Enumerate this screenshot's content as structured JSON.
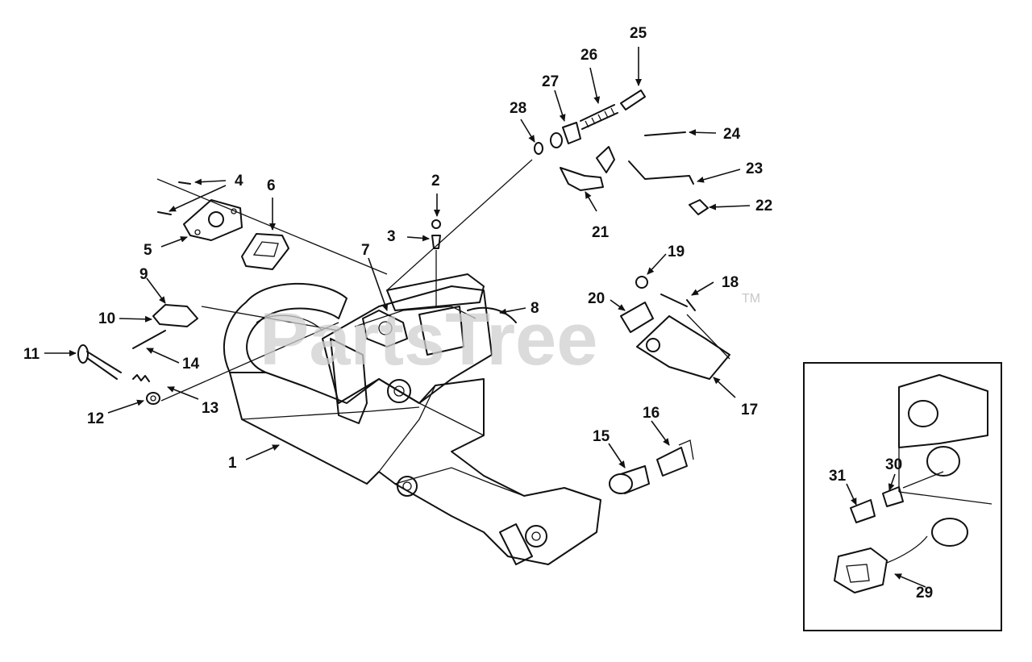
{
  "watermark": {
    "text": "PartsTree",
    "trademark": "TM"
  },
  "callouts": [
    {
      "id": "c1",
      "text": "1"
    },
    {
      "id": "c2",
      "text": "2"
    },
    {
      "id": "c3",
      "text": "3"
    },
    {
      "id": "c4",
      "text": "4"
    },
    {
      "id": "c5",
      "text": "5"
    },
    {
      "id": "c6",
      "text": "6"
    },
    {
      "id": "c7",
      "text": "7"
    },
    {
      "id": "c8",
      "text": "8"
    },
    {
      "id": "c9",
      "text": "9"
    },
    {
      "id": "c10",
      "text": "10"
    },
    {
      "id": "c11",
      "text": "11"
    },
    {
      "id": "c12",
      "text": "12"
    },
    {
      "id": "c13",
      "text": "13"
    },
    {
      "id": "c14",
      "text": "14"
    },
    {
      "id": "c15",
      "text": "15"
    },
    {
      "id": "c16",
      "text": "16"
    },
    {
      "id": "c17",
      "text": "17"
    },
    {
      "id": "c18",
      "text": "18"
    },
    {
      "id": "c19",
      "text": "19"
    },
    {
      "id": "c20",
      "text": "20"
    },
    {
      "id": "c21",
      "text": "21"
    },
    {
      "id": "c22",
      "text": "22"
    },
    {
      "id": "c23",
      "text": "23"
    },
    {
      "id": "c24",
      "text": "24"
    },
    {
      "id": "c25",
      "text": "25"
    },
    {
      "id": "c26",
      "text": "26"
    },
    {
      "id": "c27",
      "text": "27"
    },
    {
      "id": "c28",
      "text": "28"
    },
    {
      "id": "c29",
      "text": "29"
    },
    {
      "id": "c30",
      "text": "30"
    },
    {
      "id": "c31",
      "text": "31"
    }
  ]
}
